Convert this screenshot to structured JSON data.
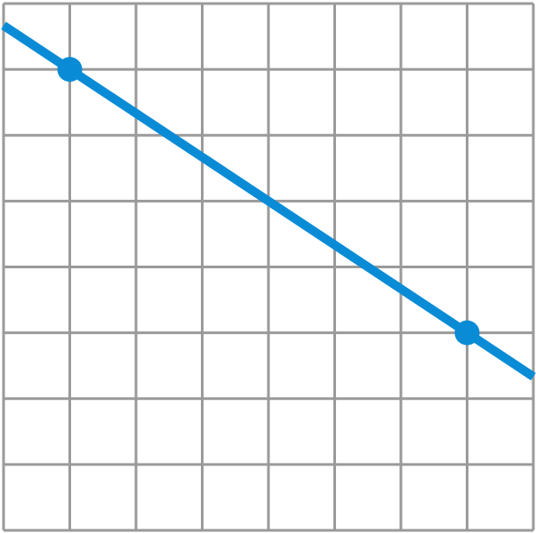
{
  "chart_data": {
    "type": "line",
    "grid": true,
    "grid_cells": {
      "columns": 8,
      "rows": 8
    },
    "xlim": [
      0,
      8
    ],
    "ylim": [
      0,
      8
    ],
    "line": {
      "slope": -0.6667,
      "intercept": 7.667
    },
    "points": [
      {
        "x": 1,
        "y": 7
      },
      {
        "x": 7,
        "y": 3
      }
    ],
    "colors": {
      "line": "#0a8bd6",
      "grid": "#9a9a9a"
    }
  }
}
